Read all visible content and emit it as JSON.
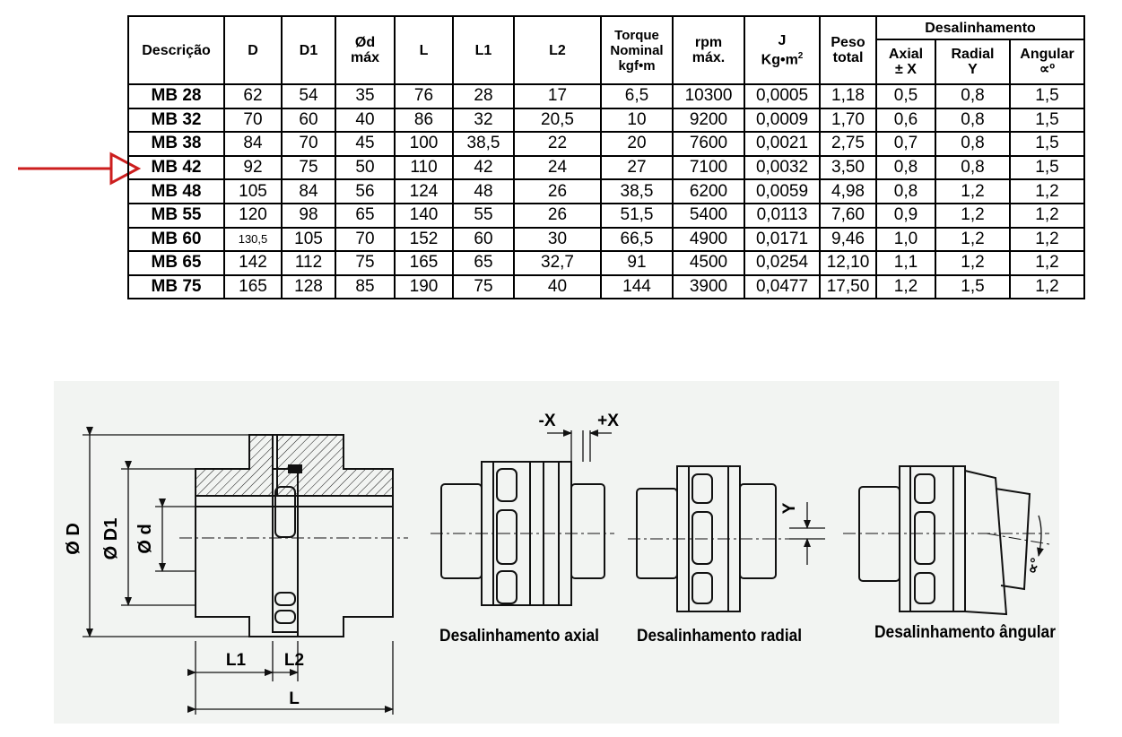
{
  "header": {
    "descricao": "Descrição",
    "d": "D",
    "d1": "D1",
    "od_line1": "Ød",
    "od_line2": "máx",
    "l": "L",
    "l1": "L1",
    "l2": "L2",
    "torque_line1": "Torque",
    "torque_line2": "Nominal",
    "torque_line3": "kgf•m",
    "rpm_line1": "rpm",
    "rpm_line2": "máx.",
    "j_line1": "J",
    "j_line2": "Kg•m",
    "j_sup": "2",
    "peso_line1": "Peso",
    "peso_line2": "total",
    "desalinhamento": "Desalinhamento",
    "axial_line1": "Axial",
    "axial_line2": "± X",
    "radial_line1": "Radial",
    "radial_line2": "Y",
    "angular_line1": "Angular",
    "angular_line2": "∝º"
  },
  "rows": [
    [
      "MB 28",
      "62",
      "54",
      "35",
      "76",
      "28",
      "17",
      "6,5",
      "10300",
      "0,0005",
      "1,18",
      "0,5",
      "0,8",
      "1,5"
    ],
    [
      "MB 32",
      "70",
      "60",
      "40",
      "86",
      "32",
      "20,5",
      "10",
      "9200",
      "0,0009",
      "1,70",
      "0,6",
      "0,8",
      "1,5"
    ],
    [
      "MB 38",
      "84",
      "70",
      "45",
      "100",
      "38,5",
      "22",
      "20",
      "7600",
      "0,0021",
      "2,75",
      "0,7",
      "0,8",
      "1,5"
    ],
    [
      "MB 42",
      "92",
      "75",
      "50",
      "110",
      "42",
      "24",
      "27",
      "7100",
      "0,0032",
      "3,50",
      "0,8",
      "0,8",
      "1,5"
    ],
    [
      "MB 48",
      "105",
      "84",
      "56",
      "124",
      "48",
      "26",
      "38,5",
      "6200",
      "0,0059",
      "4,98",
      "0,8",
      "1,2",
      "1,2"
    ],
    [
      "MB 55",
      "120",
      "98",
      "65",
      "140",
      "55",
      "26",
      "51,5",
      "5400",
      "0,0113",
      "7,60",
      "0,9",
      "1,2",
      "1,2"
    ],
    [
      "MB 60",
      "130,5",
      "105",
      "70",
      "152",
      "60",
      "30",
      "66,5",
      "4900",
      "0,0171",
      "9,46",
      "1,0",
      "1,2",
      "1,2"
    ],
    [
      "MB 65",
      "142",
      "112",
      "75",
      "165",
      "65",
      "32,7",
      "91",
      "4500",
      "0,0254",
      "12,10",
      "1,1",
      "1,2",
      "1,2"
    ],
    [
      "MB 75",
      "165",
      "128",
      "85",
      "190",
      "75",
      "40",
      "144",
      "3900",
      "0,0477",
      "17,50",
      "1,2",
      "1,5",
      "1,2"
    ]
  ],
  "drawing": {
    "dim_od": "Ø D",
    "dim_od1": "Ø D1",
    "dim_odd": "Ø d",
    "dim_l": "L",
    "dim_l1": "L1",
    "dim_l2": "L2",
    "dim_minus_x": "-X",
    "dim_plus_x": "+X",
    "dim_y": "Y",
    "dim_alpha": "∝°",
    "caption_axial": "Desalinhamento axial",
    "caption_radial": "Desalinhamento radial",
    "caption_angular": "Desalinhamento ângular"
  },
  "colors": {
    "arrow": "#cc1e1e",
    "drawing_bg": "#f2f4f2"
  }
}
